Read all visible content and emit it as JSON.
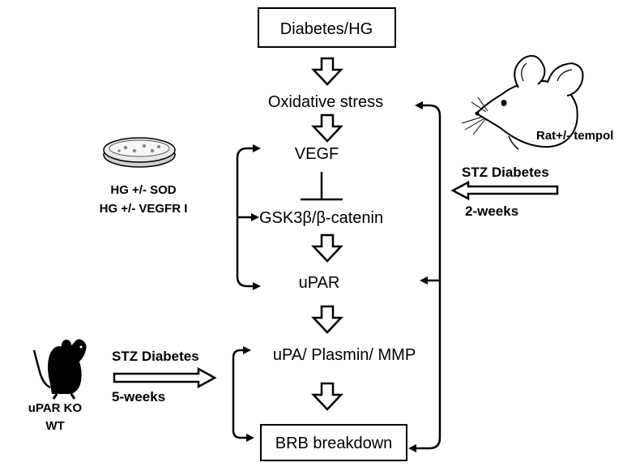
{
  "main_flow": {
    "diabetes_hg": "Diabetes/HG",
    "oxidative_stress": "Oxidative stress",
    "vegf": "VEGF",
    "gsk_catenin": "GSK3β/β-catenin",
    "upar": "uPAR",
    "upa_plasmin_mmp": "uPA/ Plasmin/ MMP",
    "brb_breakdown": "BRB breakdown"
  },
  "cell_culture": {
    "icon": "petri-dish-icon",
    "line1": "HG +/- SOD",
    "line2": "HG +/- VEGFR I"
  },
  "rat_model": {
    "icon": "rat-icon",
    "label": "Rat+/- tempol",
    "treatment": "STZ Diabetes",
    "duration": "2-weeks"
  },
  "mouse_model": {
    "icon": "mouse-icon",
    "treatment": "STZ Diabetes",
    "duration": "5-weeks",
    "genotype1": "uPAR KO",
    "genotype2": "WT"
  },
  "colors": {
    "stroke": "#000000",
    "background": "#ffffff"
  }
}
